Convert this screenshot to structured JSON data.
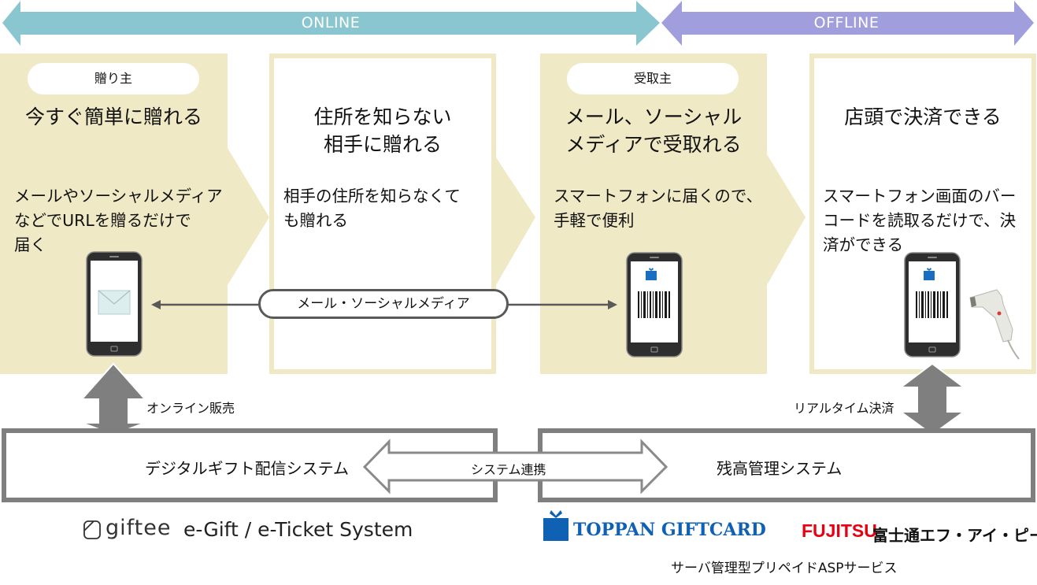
{
  "bands": {
    "online": {
      "label": "ONLINE",
      "color": "#8ac6cf"
    },
    "offline": {
      "label": "OFFLINE",
      "color": "#a09edd"
    }
  },
  "colors": {
    "panel_fill": "#efe9c5",
    "system_border": "#7f7f7f",
    "arrow_gray": "#7f7f7f",
    "toppan_blue": "#0f61b4",
    "fujitsu_red": "#e60012"
  },
  "steps": [
    {
      "role": "贈り主",
      "title_lines": [
        "今すぐ簡単に贈れる"
      ],
      "desc_lines": [
        "メールやソーシャルメディア",
        "などでURLを贈るだけで",
        "届く"
      ],
      "icon": "phone-mail-icon"
    },
    {
      "role": "",
      "title_lines": [
        "住所を知らない",
        "相手に贈れる"
      ],
      "desc_lines": [
        "相手の住所を知らなくて",
        "も贈れる"
      ],
      "icon": ""
    },
    {
      "role": "受取主",
      "title_lines": [
        "メール、ソーシャル",
        "メディアで受取れる"
      ],
      "desc_lines": [
        "スマートフォンに届くので、",
        "手軽で便利"
      ],
      "icon": "phone-barcode-icon"
    },
    {
      "role": "",
      "title_lines": [
        "店頭で決済できる"
      ],
      "desc_lines": [
        "スマートフォン画面のバー",
        "コードを読取るだけで、決",
        "済ができる"
      ],
      "icon": "phone-barcode-scanner-icon"
    }
  ],
  "connector": {
    "label": "メール・ソーシャルメディア"
  },
  "flows": {
    "online_sales": "オンライン販売",
    "realtime_payment": "リアルタイム決済",
    "system_link": "システム連携"
  },
  "systems": {
    "left": "デジタルギフト配信システム",
    "right": "残高管理システム"
  },
  "logos": {
    "giftee": "giftee",
    "giftee_caption": "e-Gift / e-Ticket System",
    "toppan": "TOPPAN GIFTCARD",
    "fujitsu": "FUJITSU",
    "fujitsu_fip": "富士通エフ・アイ・ピー",
    "asp_caption": "サーバ管理型プリペイドASPサービス"
  }
}
